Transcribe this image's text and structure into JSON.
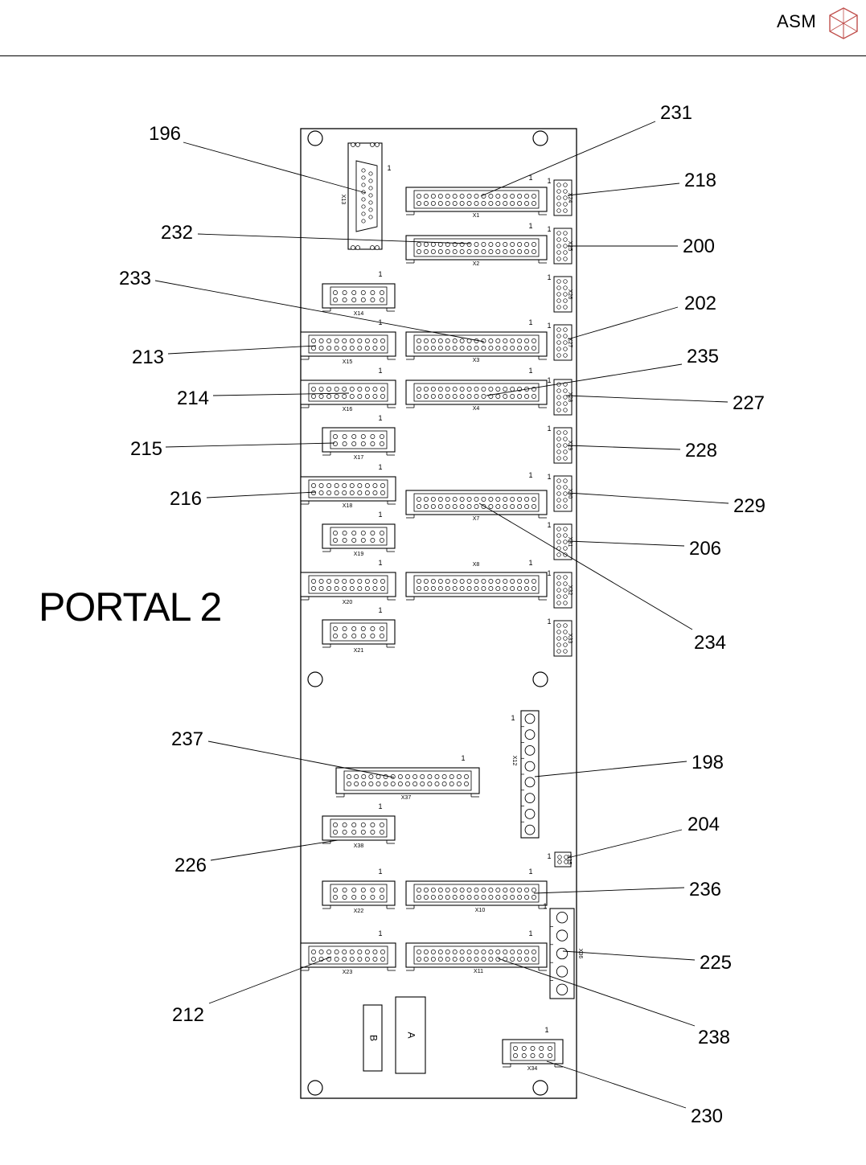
{
  "header": {
    "brand": "ASM",
    "logo_icon": "asm-cube-logo-icon"
  },
  "title": "PORTAL 2",
  "diagram": {
    "pin_one_marker": "1",
    "callouts": [
      {
        "id": "c196",
        "number": "196",
        "part": "X13"
      },
      {
        "id": "c231",
        "number": "231",
        "part": "X1"
      },
      {
        "id": "c218",
        "number": "218",
        "part": "X24"
      },
      {
        "id": "c232",
        "number": "232",
        "part": "X2"
      },
      {
        "id": "c200",
        "number": "200",
        "part": "X25"
      },
      {
        "id": "c233",
        "number": "233",
        "part": "X3"
      },
      {
        "id": "c202",
        "number": "202",
        "part": "X27"
      },
      {
        "id": "c213",
        "number": "213",
        "part": "X15"
      },
      {
        "id": "c235",
        "number": "235",
        "part": "X4"
      },
      {
        "id": "c214",
        "number": "214",
        "part": "X16"
      },
      {
        "id": "c227",
        "number": "227",
        "part": "X28"
      },
      {
        "id": "c215",
        "number": "215",
        "part": "X17"
      },
      {
        "id": "c228",
        "number": "228",
        "part": "X29"
      },
      {
        "id": "c216",
        "number": "216",
        "part": "X18"
      },
      {
        "id": "c229",
        "number": "229",
        "part": "X30"
      },
      {
        "id": "c206",
        "number": "206",
        "part": "X31"
      },
      {
        "id": "c234",
        "number": "234",
        "part": "X7"
      },
      {
        "id": "c237",
        "number": "237",
        "part": "X37"
      },
      {
        "id": "c198",
        "number": "198",
        "part": "X12"
      },
      {
        "id": "c204",
        "number": "204",
        "part": "X35"
      },
      {
        "id": "c226",
        "number": "226",
        "part": "X38"
      },
      {
        "id": "c236",
        "number": "236",
        "part": "X10"
      },
      {
        "id": "c225",
        "number": "225",
        "part": "X36"
      },
      {
        "id": "c212",
        "number": "212",
        "part": "X23"
      },
      {
        "id": "c238",
        "number": "238",
        "part": "X11"
      },
      {
        "id": "c230",
        "number": "230",
        "part": "X34"
      }
    ],
    "connectors": [
      {
        "id": "X13",
        "label": "X13"
      },
      {
        "id": "X1",
        "label": "X1"
      },
      {
        "id": "X2",
        "label": "X2"
      },
      {
        "id": "X14",
        "label": "X14"
      },
      {
        "id": "X15",
        "label": "X15"
      },
      {
        "id": "X3",
        "label": "X3"
      },
      {
        "id": "X16",
        "label": "X16"
      },
      {
        "id": "X4",
        "label": "X4"
      },
      {
        "id": "X17",
        "label": "X17"
      },
      {
        "id": "X18",
        "label": "X18"
      },
      {
        "id": "X7",
        "label": "X7"
      },
      {
        "id": "X19",
        "label": "X19"
      },
      {
        "id": "X20",
        "label": "X20"
      },
      {
        "id": "X8",
        "label": "X8"
      },
      {
        "id": "X21",
        "label": "X21"
      },
      {
        "id": "X24",
        "label": "X24"
      },
      {
        "id": "X25",
        "label": "X25"
      },
      {
        "id": "X26",
        "label": "X26"
      },
      {
        "id": "X27",
        "label": "X27"
      },
      {
        "id": "X28",
        "label": "X28"
      },
      {
        "id": "X29",
        "label": "X29"
      },
      {
        "id": "X30",
        "label": "X30"
      },
      {
        "id": "X31",
        "label": "X31"
      },
      {
        "id": "X32",
        "label": "X32"
      },
      {
        "id": "X33",
        "label": "X33"
      },
      {
        "id": "X12",
        "label": "X12"
      },
      {
        "id": "X37",
        "label": "X37"
      },
      {
        "id": "X38",
        "label": "X38"
      },
      {
        "id": "X35",
        "label": "X35"
      },
      {
        "id": "X22",
        "label": "X22"
      },
      {
        "id": "X10",
        "label": "X10"
      },
      {
        "id": "X36",
        "label": "X36"
      },
      {
        "id": "X23",
        "label": "X23"
      },
      {
        "id": "X11",
        "label": "X11"
      },
      {
        "id": "X34",
        "label": "X34"
      }
    ],
    "slots": [
      {
        "id": "B",
        "label": "B"
      },
      {
        "id": "A",
        "label": "A"
      }
    ]
  }
}
